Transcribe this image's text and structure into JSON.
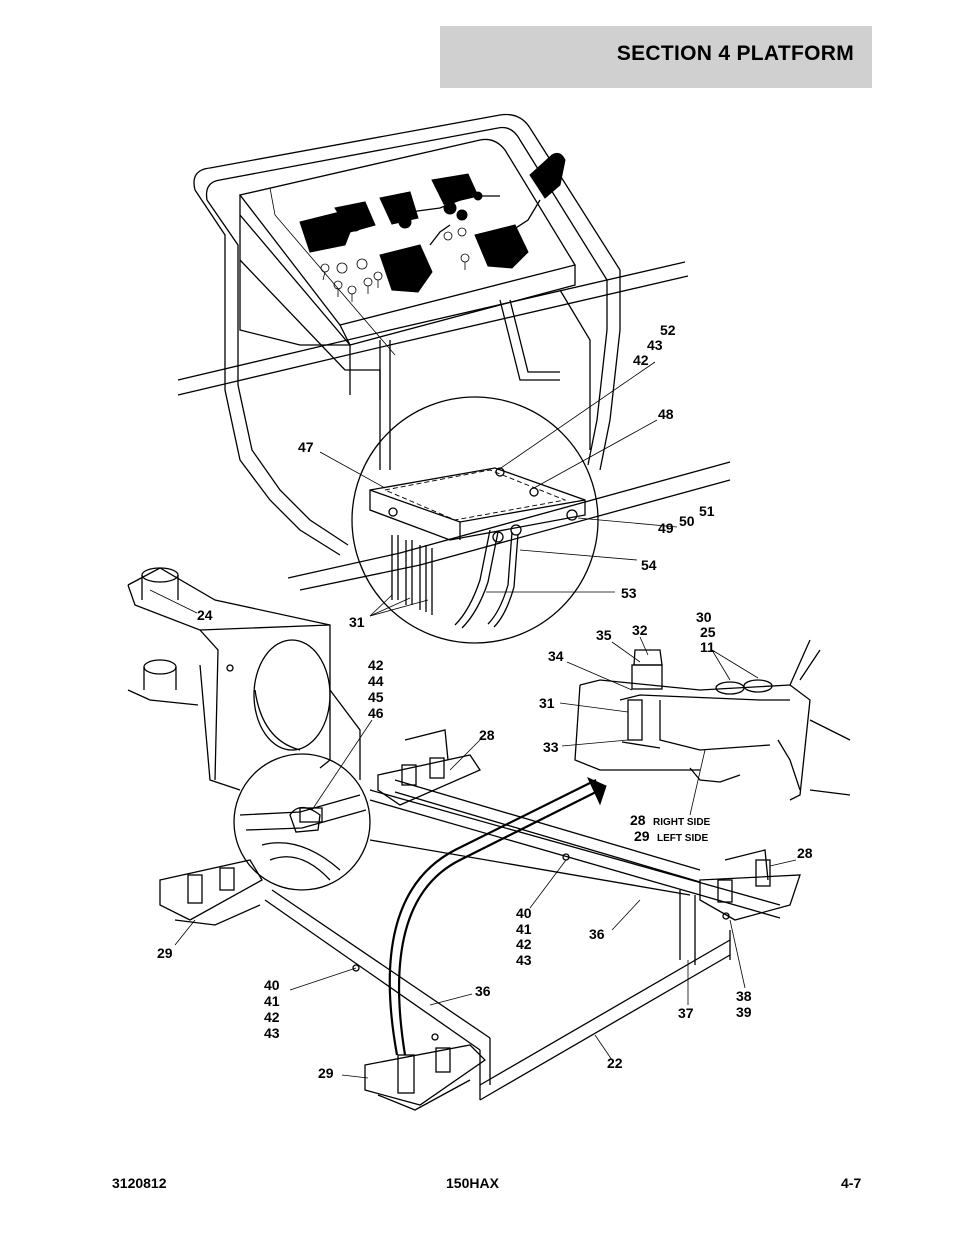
{
  "header": {
    "section_title": "SECTION 4   PLATFORM"
  },
  "footer": {
    "doc_number": "3120812",
    "model": "150HAX",
    "page": "4-7"
  },
  "callouts": {
    "c52": "52",
    "c43a": "43",
    "c42a": "42",
    "c48": "48",
    "c47": "47",
    "c51": "51",
    "c50": "50",
    "c49": "49",
    "c54": "54",
    "c53": "53",
    "c24": "24",
    "c31a": "31",
    "c30": "30",
    "c25": "25",
    "c11": "11",
    "c35": "35",
    "c32": "32",
    "c34": "34",
    "c31b": "31",
    "c33": "33",
    "c42b": "42",
    "c44": "44",
    "c45": "45",
    "c46": "46",
    "c28a": "28",
    "c28b": "28",
    "c28side_num": "28",
    "c28side_txt": "RIGHT SIDE",
    "c29side_num": "29",
    "c29side_txt": "LEFT SIDE",
    "c40a": "40",
    "c41a": "41",
    "c42c": "42",
    "c43b": "43",
    "c36a": "36",
    "c36b": "36",
    "c37": "37",
    "c38": "38",
    "c39": "39",
    "c29a": "29",
    "c29b": "29",
    "c40b": "40",
    "c41b": "41",
    "c42d": "42",
    "c43c": "43",
    "c22": "22"
  }
}
